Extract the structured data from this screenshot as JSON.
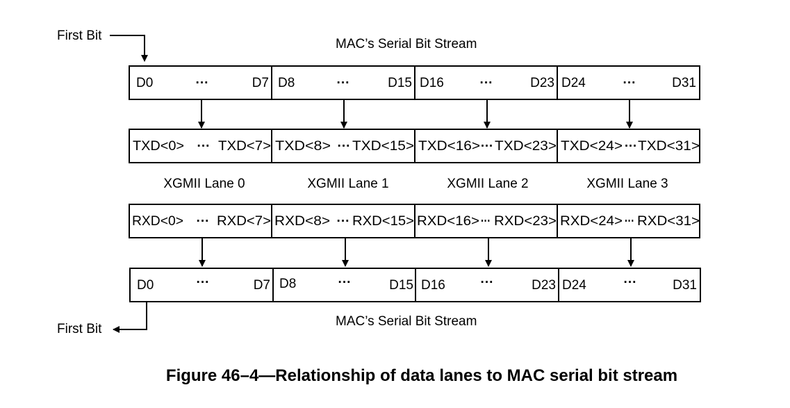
{
  "first_bit_top": "First Bit",
  "first_bit_bottom": "First Bit",
  "stream_label_top": "MAC’s Serial Bit Stream",
  "stream_label_bottom": "MAC’s Serial Bit Stream",
  "mac_top_cells": [
    {
      "left": "D0",
      "dots": "···",
      "right": "D7"
    },
    {
      "left": "D8",
      "dots": "···",
      "right": "D15"
    },
    {
      "left": "D16",
      "dots": "···",
      "right": "D23"
    },
    {
      "left": "D24",
      "dots": "···",
      "right": "D31"
    }
  ],
  "txd_cells": [
    {
      "left": "TXD<0>",
      "dots": "···",
      "right": "TXD<7>"
    },
    {
      "left": "TXD<8>",
      "dots": "···",
      "right": "TXD<15>"
    },
    {
      "left": "TXD<16>",
      "dots": "···",
      "right": "TXD<23>"
    },
    {
      "left": "TXD<24>",
      "dots": "···",
      "right": "TXD<31>"
    }
  ],
  "lanes": [
    "XGMII Lane 0",
    "XGMII Lane 1",
    "XGMII Lane 2",
    "XGMII Lane 3"
  ],
  "rxd_cells": [
    {
      "left": "RXD<0>",
      "dots": "···",
      "right": "RXD<7>"
    },
    {
      "left": "RXD<8>",
      "dots": "···",
      "right": "RXD<15>"
    },
    {
      "left": "RXD<16>",
      "dots": "···",
      "right": "RXD<23>"
    },
    {
      "left": "RXD<24>",
      "dots": "···",
      "right": "RXD<31>"
    }
  ],
  "mac_bottom_cells": [
    {
      "left": "D0",
      "dots": "···",
      "right": "D7"
    },
    {
      "left": "D8",
      "dots": "···",
      "right": "D15"
    },
    {
      "left": "D16",
      "dots": "···",
      "right": "D23"
    },
    {
      "left": "D24",
      "dots": "···",
      "right": "D31"
    }
  ],
  "caption": "Figure 46–4—Relationship of data lanes to MAC serial bit stream"
}
